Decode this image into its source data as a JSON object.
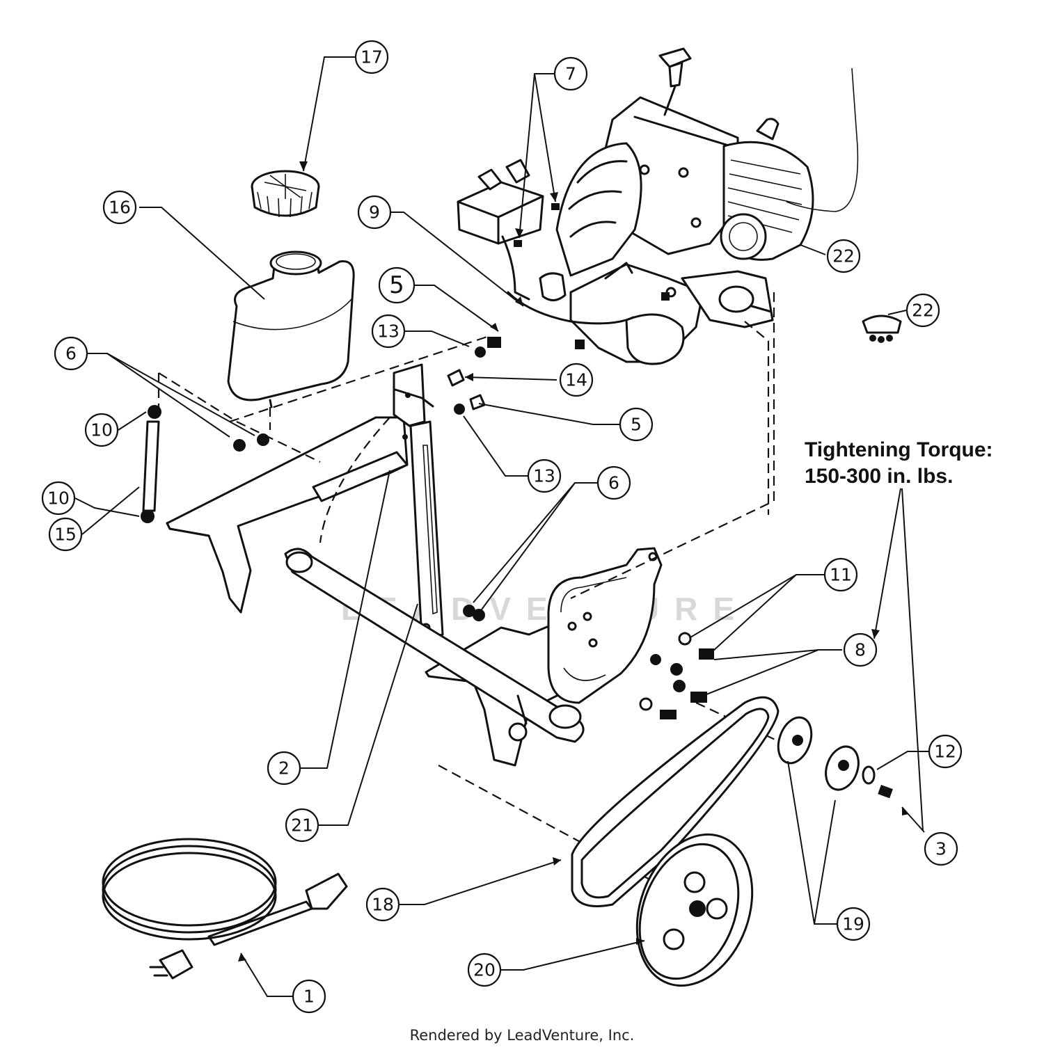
{
  "diagram": {
    "callouts": [
      {
        "id": "c17",
        "label": "17"
      },
      {
        "id": "c7",
        "label": "7"
      },
      {
        "id": "c16",
        "label": "16"
      },
      {
        "id": "c9",
        "label": "9"
      },
      {
        "id": "c22a",
        "label": "22"
      },
      {
        "id": "c22b",
        "label": "22"
      },
      {
        "id": "c5a",
        "label": "5"
      },
      {
        "id": "c13a",
        "label": "13"
      },
      {
        "id": "c6a",
        "label": "6"
      },
      {
        "id": "c14",
        "label": "14"
      },
      {
        "id": "c10a",
        "label": "10"
      },
      {
        "id": "c5b",
        "label": "5"
      },
      {
        "id": "c13b",
        "label": "13"
      },
      {
        "id": "c10b",
        "label": "10"
      },
      {
        "id": "c15",
        "label": "15"
      },
      {
        "id": "c6b",
        "label": "6"
      },
      {
        "id": "c11",
        "label": "11"
      },
      {
        "id": "c8",
        "label": "8"
      },
      {
        "id": "c2",
        "label": "2"
      },
      {
        "id": "c12",
        "label": "12"
      },
      {
        "id": "c3",
        "label": "3"
      },
      {
        "id": "c21",
        "label": "21"
      },
      {
        "id": "c18",
        "label": "18"
      },
      {
        "id": "c19",
        "label": "19"
      },
      {
        "id": "c20",
        "label": "20"
      },
      {
        "id": "c1",
        "label": "1"
      }
    ],
    "torque_note": {
      "line1": "Tightening Torque:",
      "line2": "150-300 in. lbs."
    },
    "watermark": "LEADVENTURE",
    "credit": "Rendered by LeadVenture, Inc."
  }
}
